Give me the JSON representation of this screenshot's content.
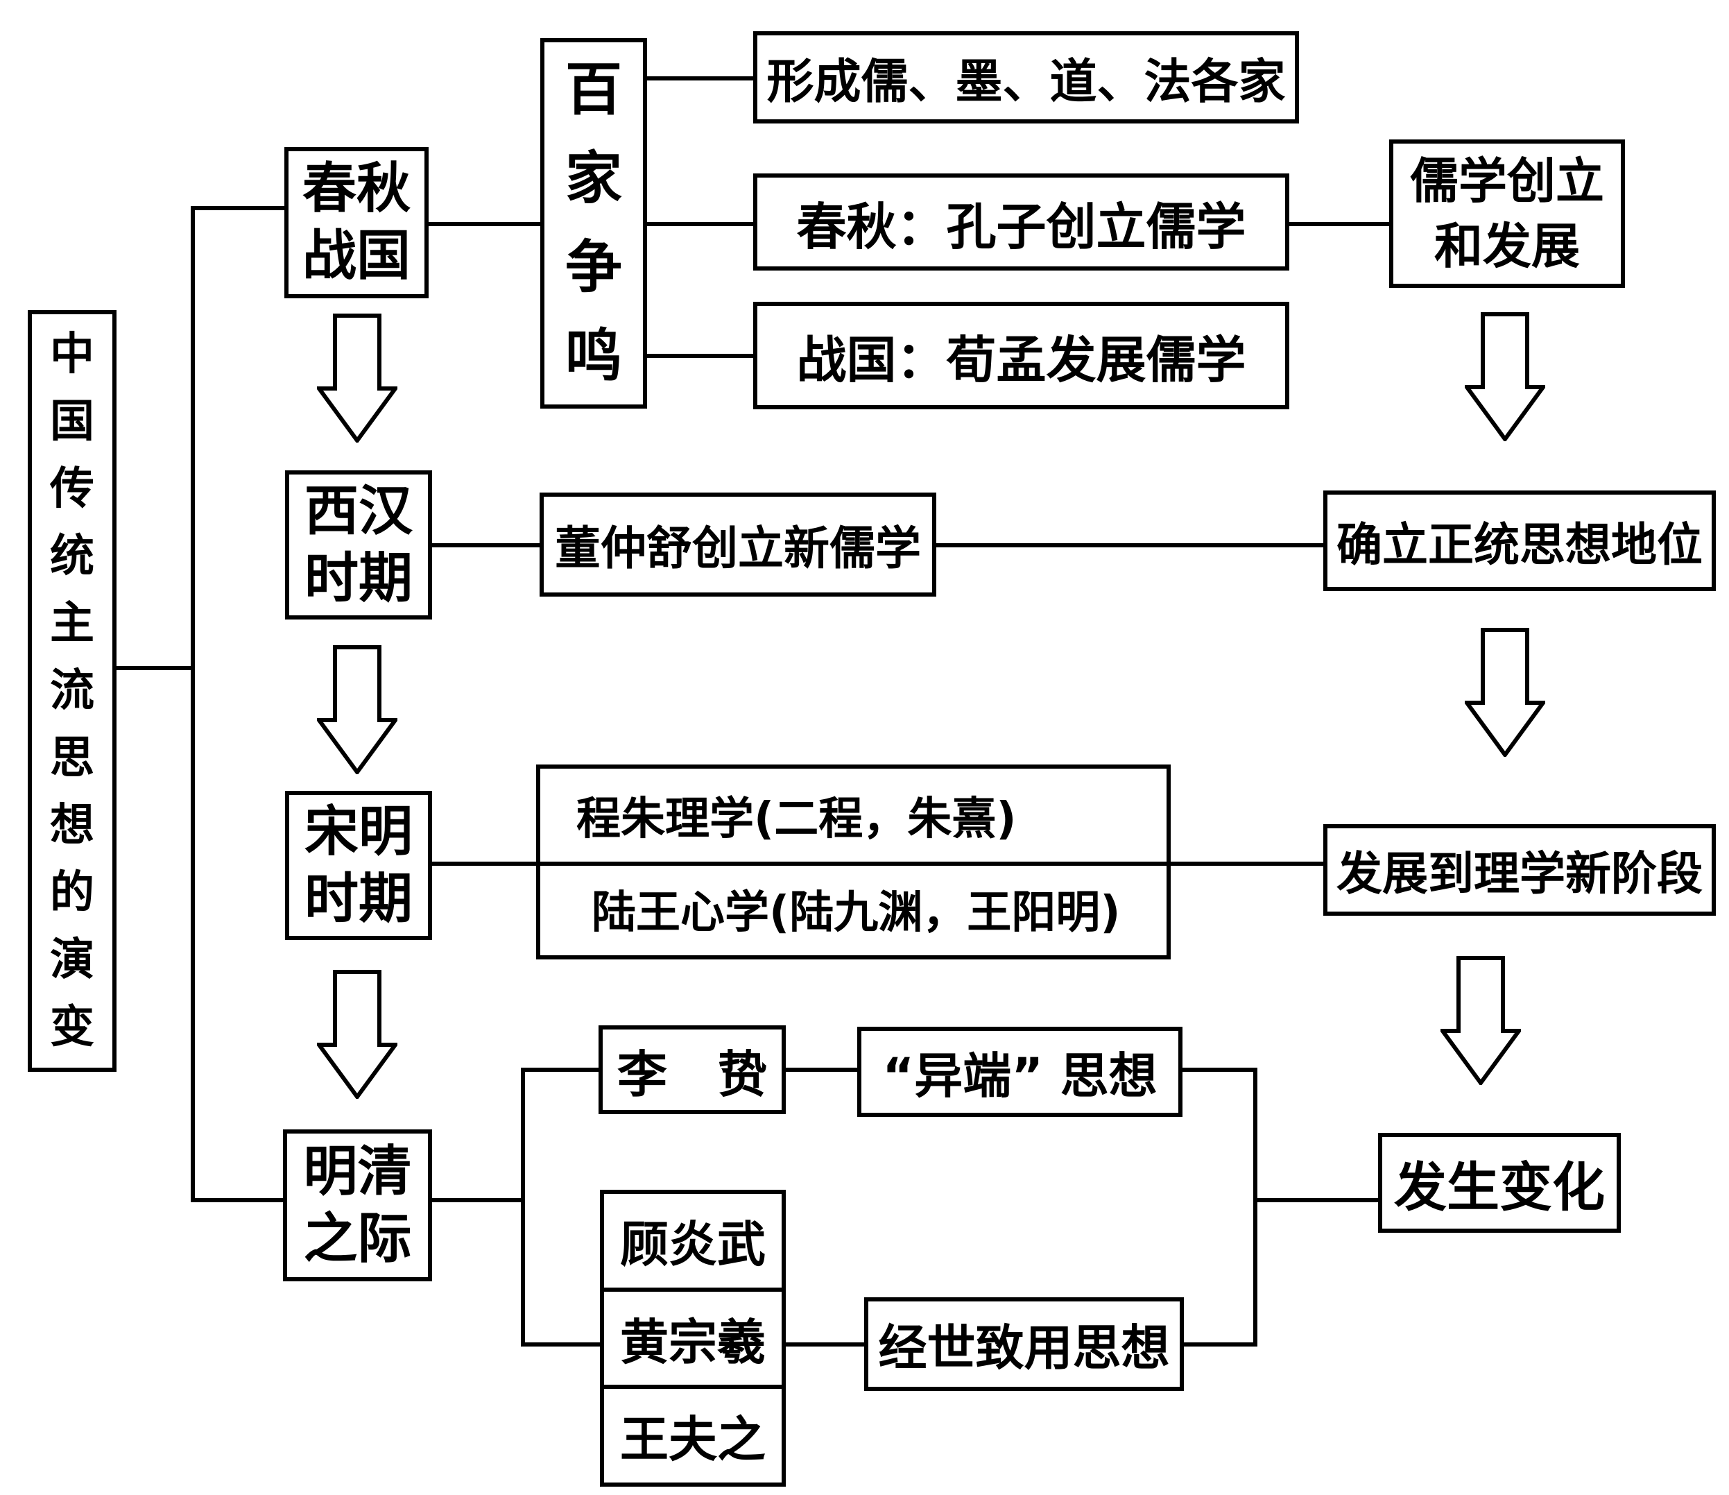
{
  "nodes": {
    "root": "中国传统主流思想的演变",
    "period_chunqiu_zhanguo": "春秋战国",
    "period_xihan": "西汉时期",
    "period_songming": "宋明时期",
    "period_mingqing": "明清之际",
    "baijia_zhengming": "百家争鸣",
    "schools_formed": "形成儒、墨、道、法各家",
    "kongzi_confucianism": "春秋：孔子创立儒学",
    "xunmeng_confucianism": "战国：荀孟发展儒学",
    "ruxue_founding": "儒学创立和发展",
    "dong_zhongshu": "董仲舒创立新儒学",
    "orthodox_status": "确立正统思想地位",
    "chengzhu_lixue": "程朱理学(二程，朱熹)",
    "luwang_xinxue": "陆王心学(陆九渊，王阳明)",
    "lixue_new_stage": "发展到理学新阶段",
    "li_zhi": "李　贽",
    "heretical_thought": "“异端” 思想",
    "gu_yanwu": "顾炎武",
    "huang_zongxi": "黄宗羲",
    "wang_fuzhi": "王夫之",
    "jingshi_zhiyong": "经世致用思想",
    "change_occurred": "发生变化"
  },
  "colors": {
    "line": "#000000",
    "background": "#ffffff",
    "text": "#000000"
  }
}
